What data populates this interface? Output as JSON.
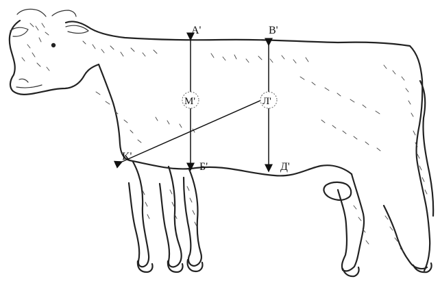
{
  "diagram": {
    "labels": {
      "a": "A'",
      "b": "B'",
      "m": "M'",
      "l": "Л'",
      "k": "K'",
      "be": "Б'",
      "d": "Д'"
    },
    "colors": {
      "ink": "#222222",
      "background": "#ffffff"
    }
  }
}
